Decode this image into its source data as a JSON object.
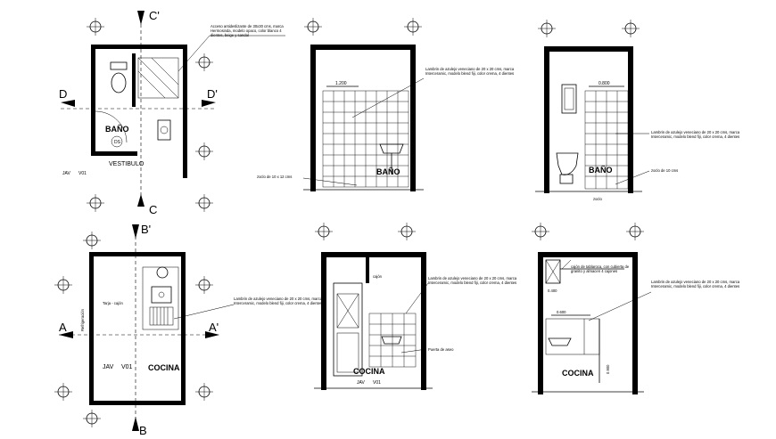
{
  "bathroom_plan": {
    "room": "BAÑO",
    "hall": "VESTIBULO",
    "window_code": "JAV",
    "door_code": "V01",
    "cut_top": "C'",
    "cut_bottom": "C",
    "cut_left": "D",
    "cut_right": "D'",
    "fixture_tag": "DS",
    "note": "Acceso antideslizante de 30x30 cms, marca Hermosinda, modelo opaco, color blanco 4 dientes, beige y sandal"
  },
  "bath_elev_1": {
    "room": "BAÑO",
    "dim": "1.200",
    "tile_note": "Lambrin de azulejo veneciano de 20 x 20 cms, marca Interceramic, modelo blend fiji, color crema, 4 dientes",
    "base_note": "zoclo de 10 x 12 cms"
  },
  "bath_elev_2": {
    "room": "BAÑO",
    "dim": "0.800",
    "tile_note": "Lambrin de azulejo veneciano de 20 x 20 cms, marca Interceramic, modelo blend fiji, color crema, 4 dientes",
    "base_note": "zoclo de 10 cms",
    "floor_label": "zoclo"
  },
  "kitchen_plan": {
    "room": "COCINA",
    "window_code": "JAV",
    "door_code": "V01",
    "cut_top": "B'",
    "cut_bottom": "B",
    "cut_left": "A",
    "cut_right": "A'",
    "sink_label": "Tarja - cajón",
    "side_label": "Refrigeración",
    "note": "Lambrin de azulejo veneciano de 20 x 20 cms, marca Interceramic, modelo blend fiji, color crema, 4 dientes"
  },
  "kitchen_elev_1": {
    "room": "COCINA",
    "window_code": "JAV",
    "door_code": "V01",
    "shelf_label": "cajón",
    "tile_note": "Lambrin de azulejo veneciano de 20 x 20 cms, marca Interceramic, modelo blend fiji, color crema, 4 dientes",
    "base_note": "Puerta de aseo"
  },
  "kitchen_elev_2": {
    "room": "COCINA",
    "dim_top": "0.400",
    "dim_mid": "0.600",
    "dim_side": "0.900",
    "shelf_note": "cajón de tablaroca, con cubierta de granito y almacen 4 cajones",
    "tile_note": "Lambrin de azulejo veneciano de 20 x 20 cms, marca Interceramic, modelo blend fiji, color crema, 4 dientes"
  }
}
